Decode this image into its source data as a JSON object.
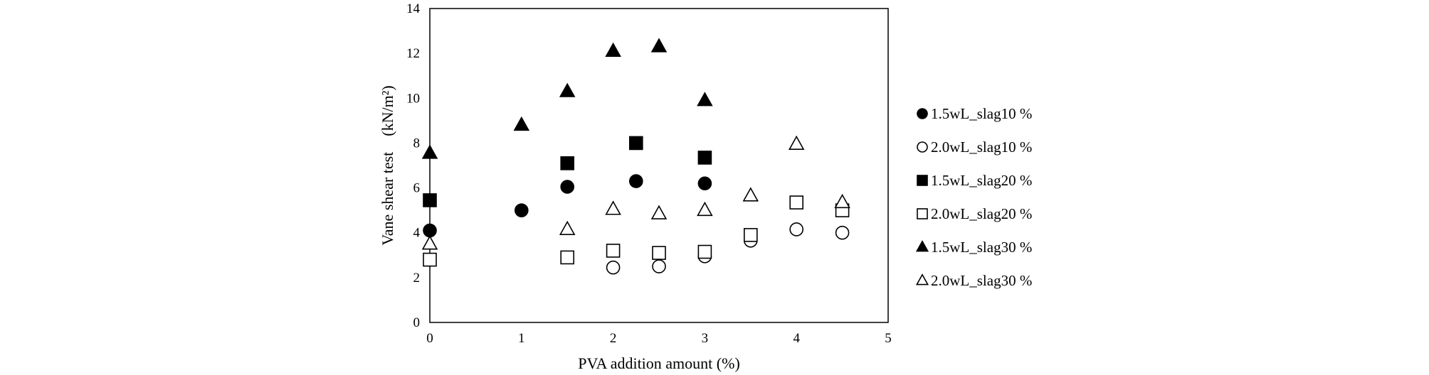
{
  "chart_data": {
    "type": "scatter",
    "xlabel": "PVA addition amount (%)",
    "ylabel": "Vane shear test　(kN/m²)",
    "xlim": [
      0,
      5
    ],
    "ylim": [
      0,
      14
    ],
    "x_ticks": [
      "0",
      "1",
      "2",
      "3",
      "4",
      "5"
    ],
    "y_ticks": [
      "0",
      "2",
      "4",
      "6",
      "8",
      "10",
      "12",
      "14"
    ],
    "grid": false,
    "legend_position": "right",
    "series": [
      {
        "name": "1.5wL_slag10 %",
        "marker": "circle",
        "filled": true,
        "points": [
          [
            0,
            4.1
          ],
          [
            1,
            5.0
          ],
          [
            1.5,
            6.05
          ],
          [
            2.25,
            6.3
          ],
          [
            3,
            6.2
          ]
        ]
      },
      {
        "name": "2.0wL_slag10 %",
        "marker": "circle",
        "filled": false,
        "points": [
          [
            2,
            2.45
          ],
          [
            2.5,
            2.5
          ],
          [
            3,
            2.95
          ],
          [
            3.5,
            3.65
          ],
          [
            4,
            4.15
          ],
          [
            4.5,
            4.0
          ]
        ]
      },
      {
        "name": "1.5wL_slag20 %",
        "marker": "square",
        "filled": true,
        "points": [
          [
            0,
            5.45
          ],
          [
            1.5,
            7.1
          ],
          [
            2.25,
            8.0
          ],
          [
            3,
            7.35
          ]
        ]
      },
      {
        "name": "2.0wL_slag20 %",
        "marker": "square",
        "filled": false,
        "points": [
          [
            0,
            2.8
          ],
          [
            1.5,
            2.9
          ],
          [
            2,
            3.2
          ],
          [
            2.5,
            3.1
          ],
          [
            3,
            3.15
          ],
          [
            3.5,
            3.9
          ],
          [
            4,
            5.35
          ],
          [
            4.5,
            5.0
          ]
        ]
      },
      {
        "name": "1.5wL_slag30 %",
        "marker": "triangle",
        "filled": true,
        "points": [
          [
            0,
            7.55
          ],
          [
            1,
            8.8
          ],
          [
            1.5,
            10.3
          ],
          [
            2,
            12.1
          ],
          [
            2.5,
            12.3
          ],
          [
            3,
            9.9
          ]
        ]
      },
      {
        "name": "2.0wL_slag30 %",
        "marker": "triangle",
        "filled": false,
        "points": [
          [
            0,
            3.5
          ],
          [
            1.5,
            4.15
          ],
          [
            2,
            5.05
          ],
          [
            2.5,
            4.85
          ],
          [
            3,
            5.0
          ],
          [
            3.5,
            5.65
          ],
          [
            4,
            7.95
          ],
          [
            4.5,
            5.35
          ]
        ]
      }
    ]
  }
}
